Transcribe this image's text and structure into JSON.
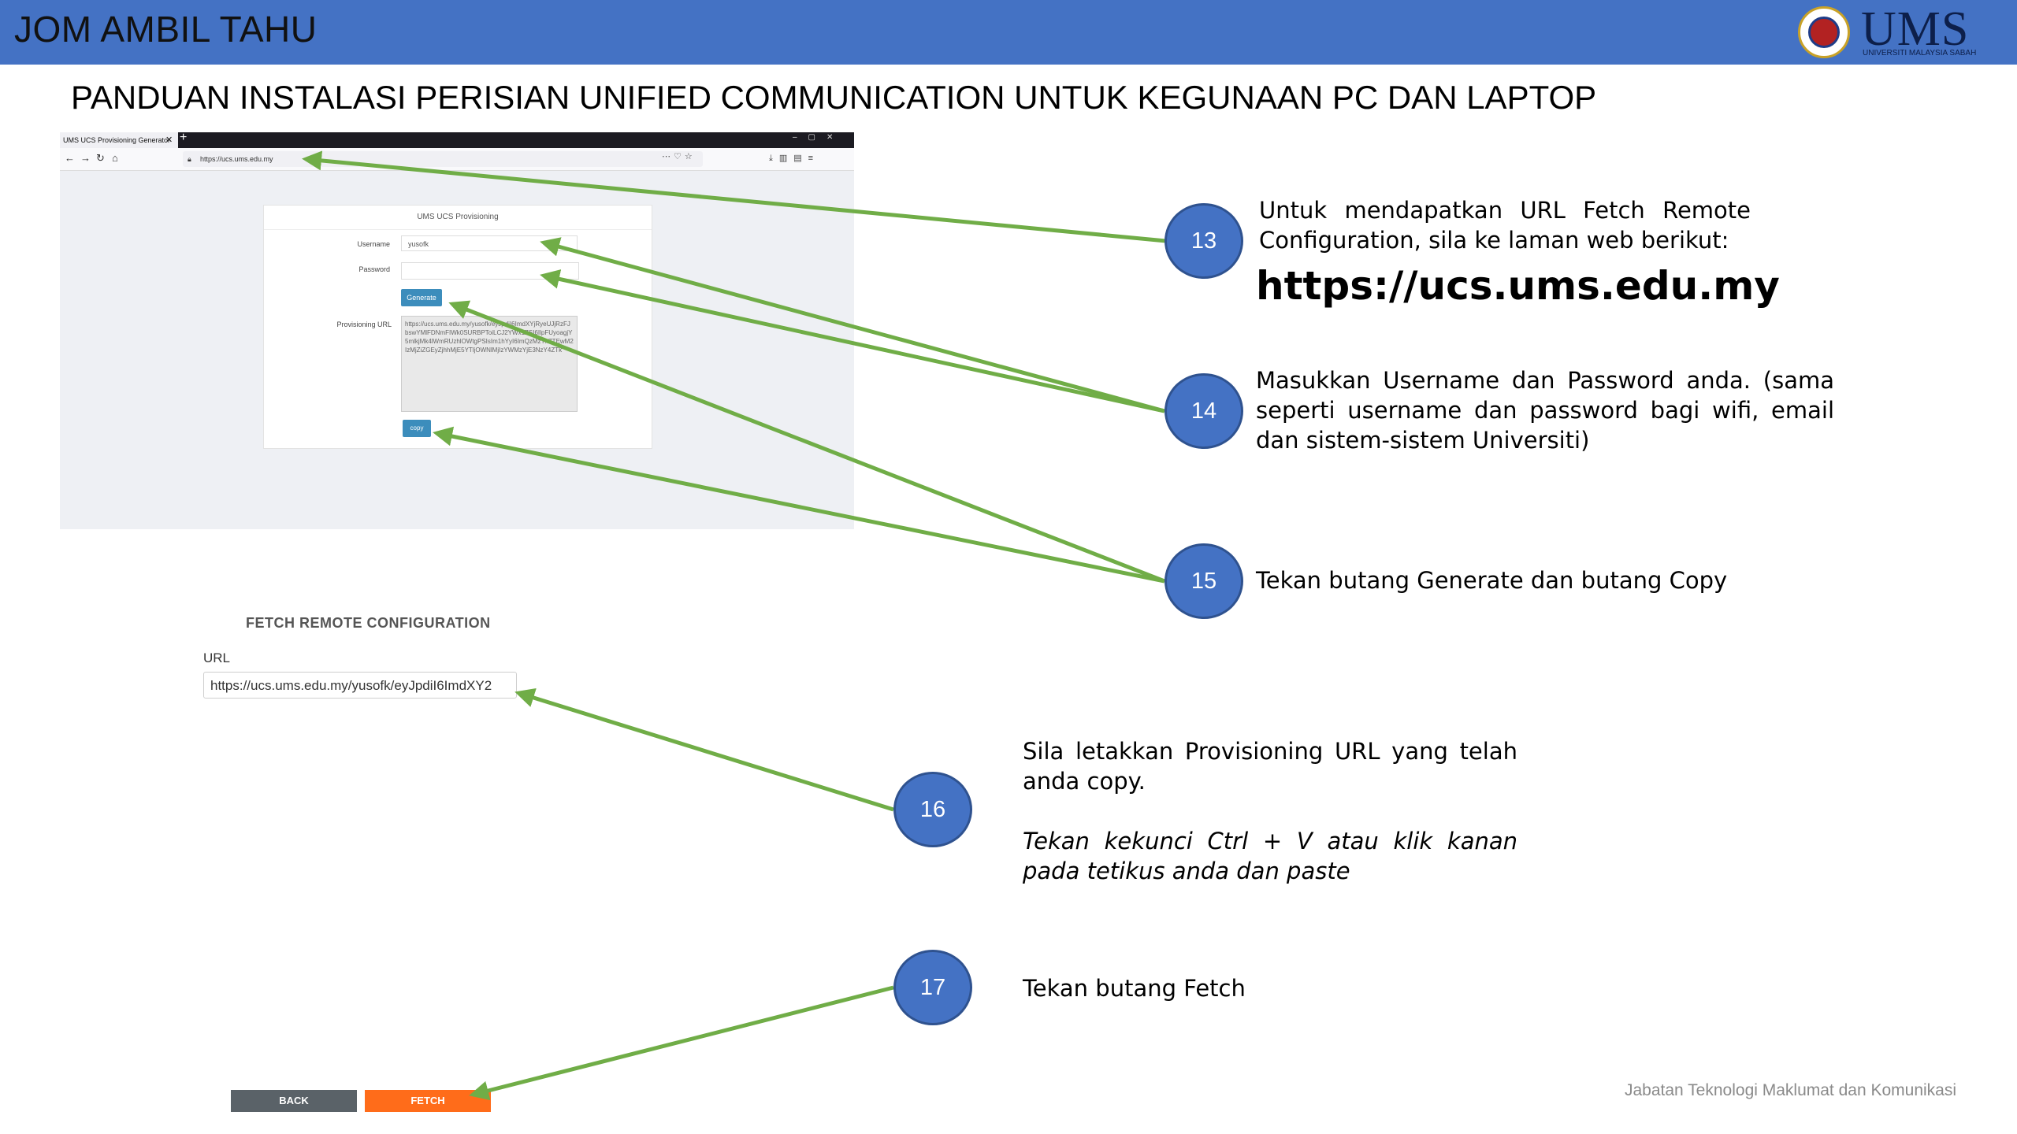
{
  "header": {
    "title": "JOM AMBIL TAHU",
    "logo_text": "UMS",
    "logo_subtext": "UNIVERSITI MALAYSIA SABAH"
  },
  "slide_title": "PANDUAN INSTALASI PERISIAN UNIFIED COMMUNICATION UNTUK KEGUNAAN PC DAN LAPTOP",
  "browser": {
    "tab_title": "UMS UCS Provisioning Generator",
    "url": "https://ucs.ums.edu.my",
    "card_title": "UMS UCS Provisioning",
    "username_label": "Username",
    "username_value": "yusofk",
    "password_label": "Password",
    "generate_label": "Generate",
    "provisioning_label": "Provisioning URL",
    "provisioning_value": "https://ucs.ums.edu.my/yusofk/eyJpdiI6ImdXYjRyeUJjRzFJbswYMlFDNmFIWk0SURBPToiLCJ2YWx1ZSI6IlpFUyoagjY5mlkjMk4lWmRUzhlOWtgPSIsIm1hYyI6ImQzMzYxZTEwM2IzMjZiZGEyZjhhMjE5YTljOWNlMjIzYWMzYjE3NzY4ZTk",
    "copy_label": "copy"
  },
  "fetch_config": {
    "heading": "FETCH REMOTE CONFIGURATION",
    "url_label": "URL",
    "url_value": "https://ucs.ums.edu.my/yusofk/eyJpdiI6ImdXY2",
    "back_label": "BACK",
    "fetch_label": "FETCH"
  },
  "steps": [
    {
      "number": "13",
      "text": "Untuk mendapatkan URL Fetch Remote Configuration, sila ke laman web berikut:"
    },
    {
      "number": "14",
      "text": "Masukkan Username dan Password anda. (sama seperti username dan password bagi wifi, email dan sistem-sistem Universiti)"
    },
    {
      "number": "15",
      "text": "Tekan butang Generate dan butang Copy"
    },
    {
      "number": "16",
      "text": "Sila letakkan Provisioning URL yang telah anda copy.",
      "note": "Tekan kekunci Ctrl + V atau klik kanan pada tetikus anda dan paste"
    },
    {
      "number": "17",
      "text": "Tekan butang Fetch"
    }
  ],
  "step13_url": "https://ucs.ums.edu.my",
  "footer": "Jabatan Teknologi Maklumat dan Komunikasi",
  "colors": {
    "header_bar": "#4472c4",
    "circle": "#4472c4",
    "arrow": "#70ad47",
    "fetch_button": "#ff6c1a",
    "back_button": "#5a6268",
    "generate_button": "#3c8dbc"
  }
}
